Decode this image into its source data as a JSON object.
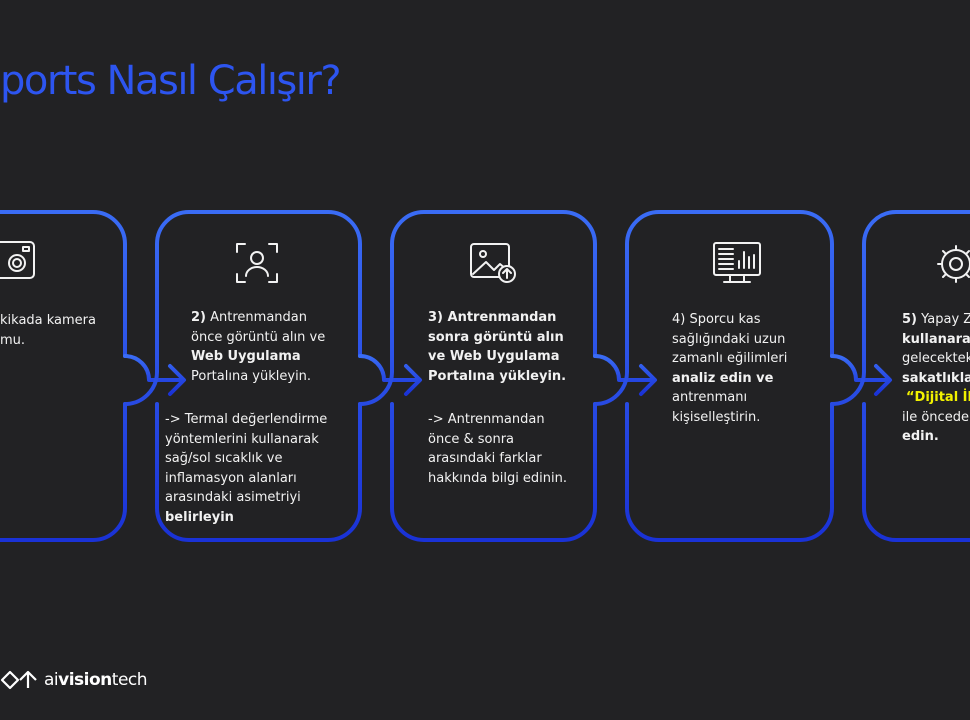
{
  "title": "ports Nasıl Çalışır?",
  "card1": {
    "line1": "kikada kamera",
    "line2": "mu."
  },
  "card2": {
    "num": "2)",
    "l1": "Antrenmandan",
    "l2": "önce görüntü alın ve",
    "l3": "Web Uygulama",
    "l4": "Portalına yükleyin.",
    "d1": "-> Termal değerlendirme",
    "d2": "yöntemlerini kullanarak",
    "d3": "sağ/sol sıcaklık ve",
    "d4": "inflamasyon alanları",
    "d5": "arasındaki asimetriyi",
    "d6": "belirleyin"
  },
  "card3": {
    "l1": "3) Antrenmandan",
    "l2": "sonra görüntü alın",
    "l3": "ve Web Uygulama",
    "l4": "Portalına yükleyin.",
    "d1": "-> Antrenmandan",
    "d2": "önce & sonra",
    "d3": "arasındaki farklar",
    "d4": "hakkında bilgi edinin."
  },
  "card4": {
    "l1": "4) Sporcu kas",
    "l2": "sağlığındaki uzun",
    "l3": "zamanlı eğilimleri",
    "l4": "analiz edin ve",
    "l5": "antrenmanı",
    "l6": "kişiselleştirin."
  },
  "card5": {
    "l1a": "5)",
    "l1b": "Yapay Ze",
    "l2": "kullanarak",
    "l3": "gelecekteki",
    "l4": "sakatlıkları",
    "l5": "“Dijital İk",
    "l6": "ile öncede",
    "l7": "edin."
  },
  "logo": {
    "prefix": "ai",
    "name": "vision",
    "suffix": "tech"
  },
  "colors": {
    "accent": "#2d55f0",
    "highlight": "#f2f200",
    "background": "#222224"
  },
  "icons": [
    "camera-icon",
    "person-scan-icon",
    "image-upload-icon",
    "monitor-chart-icon",
    "ai-gear-icon",
    "logo-icon"
  ]
}
